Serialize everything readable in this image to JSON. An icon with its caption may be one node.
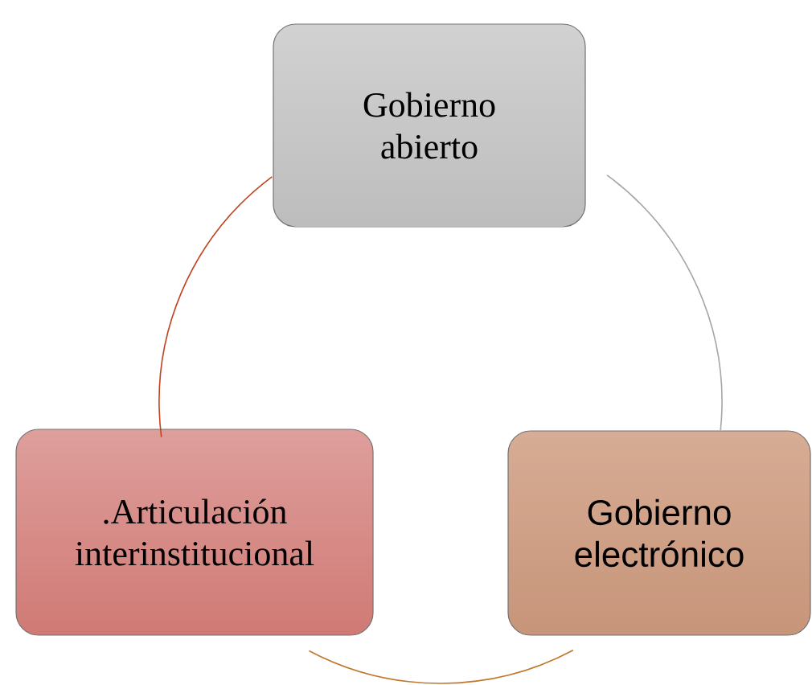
{
  "diagram": {
    "nodes": [
      {
        "text": [
          "Gobierno abierto"
        ]
      },
      {
        "text": [
          ".Articulación interinstitucional"
        ]
      },
      {
        "text": [
          "Gobierno electrónico"
        ]
      }
    ],
    "edges": [
      {
        "from": 0,
        "to": 2,
        "arrow": "none",
        "color": "#a6a6a6"
      },
      {
        "from": 2,
        "to": 1,
        "arrow": "none",
        "color": "#c0782c"
      },
      {
        "from": 1,
        "to": 0,
        "arrow": "none",
        "color": "#c0441f"
      }
    ]
  }
}
